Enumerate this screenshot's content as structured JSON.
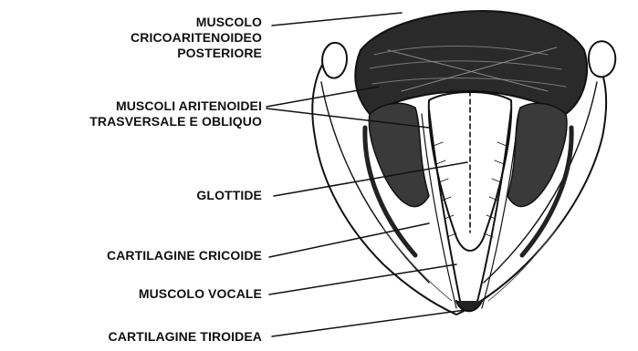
{
  "labels": {
    "cricoaritenoideo_posteriore": [
      "MUSCOLO",
      "CRICOARITENOIDEO",
      "POSTERIORE"
    ],
    "aritenoidei": [
      "MUSCOLI ARITENOIDEI",
      "TRASVERSALE E OBLIQUO"
    ],
    "glottide": "GLOTTIDE",
    "cartilagine_cricoide": "CARTILAGINE CRICOIDE",
    "muscolo_vocale": "MUSCOLO VOCALE",
    "cartilagine_tiroidea": "CARTILAGINE TIROIDEA"
  },
  "colors": {
    "ink": "#111111",
    "background": "#ffffff"
  }
}
